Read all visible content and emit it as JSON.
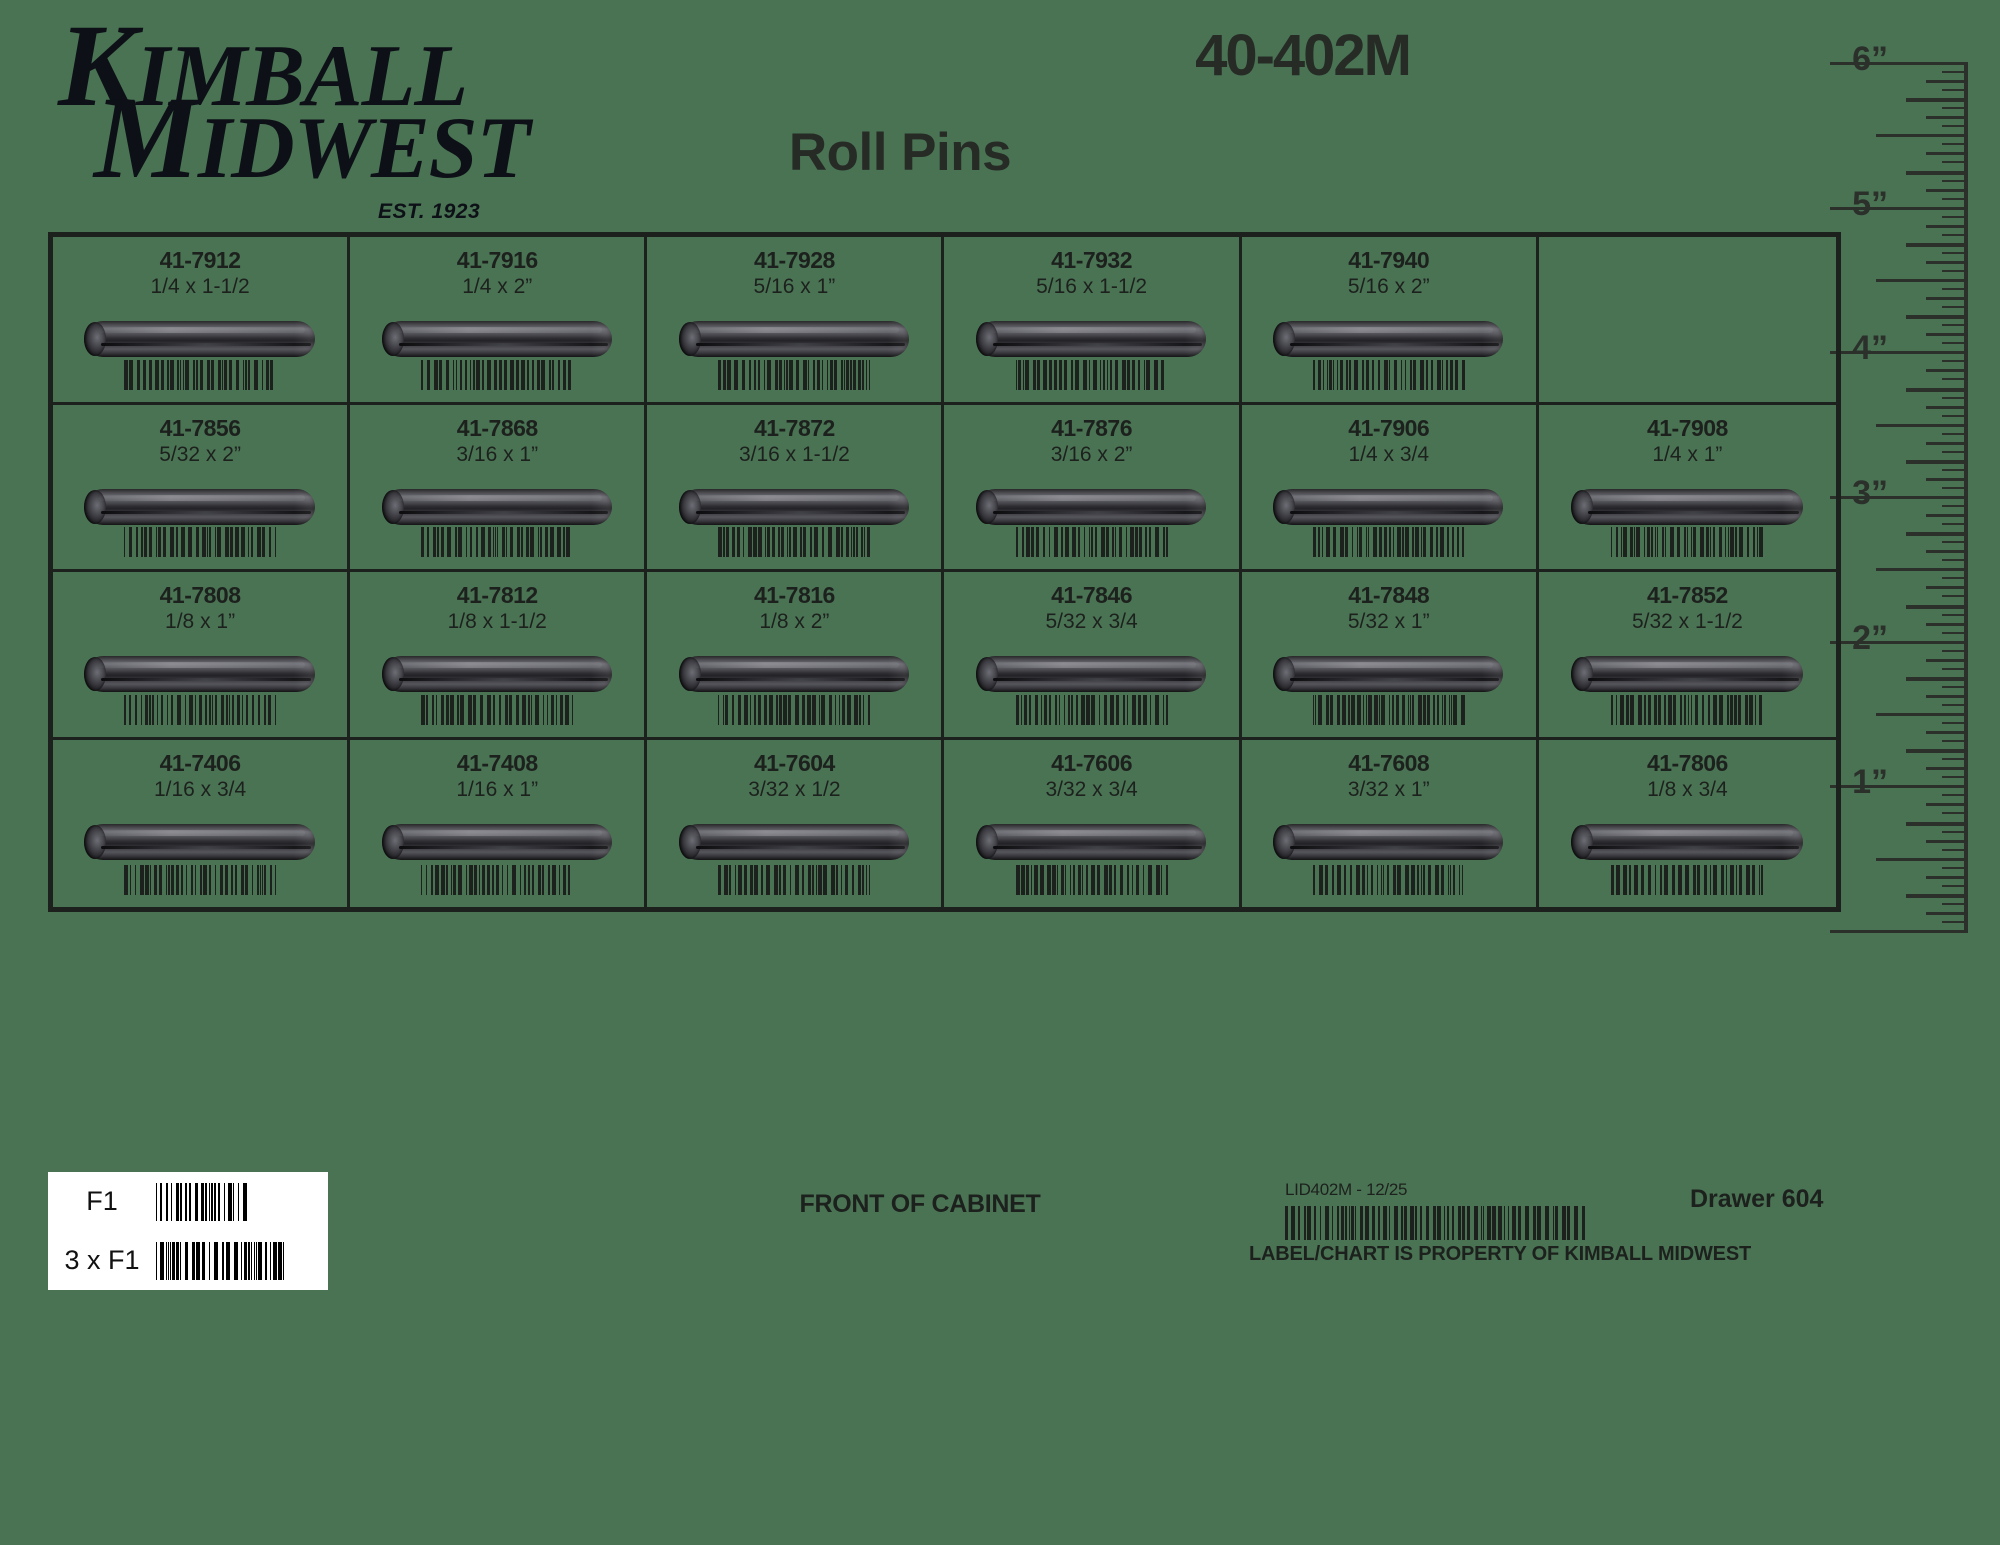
{
  "brand": {
    "name_line1": "KIMBALL",
    "name_line2": "MIDWEST",
    "established": "EST. 1923"
  },
  "header": {
    "title": "Roll Pins",
    "part_number": "40-402M"
  },
  "ruler": {
    "unit": "inches",
    "labels": [
      "6”",
      "5”",
      "4”",
      "3”",
      "2”",
      "1”"
    ],
    "max_inches": 6
  },
  "grid": {
    "columns": 6,
    "rows": 4,
    "cells": [
      {
        "part": "41-7912",
        "size": "1/4 x 1-1/2",
        "pin_length_pct": 78,
        "empty": false
      },
      {
        "part": "41-7916",
        "size": "1/4 x 2”",
        "pin_length_pct": 78,
        "empty": false
      },
      {
        "part": "41-7928",
        "size": "5/16 x 1”",
        "pin_length_pct": 78,
        "empty": false
      },
      {
        "part": "41-7932",
        "size": "5/16 x 1-1/2",
        "pin_length_pct": 78,
        "empty": false
      },
      {
        "part": "41-7940",
        "size": "5/16 x 2”",
        "pin_length_pct": 78,
        "empty": false
      },
      {
        "part": "",
        "size": "",
        "pin_length_pct": 0,
        "empty": true
      },
      {
        "part": "41-7856",
        "size": "5/32 x 2”",
        "pin_length_pct": 78,
        "empty": false
      },
      {
        "part": "41-7868",
        "size": "3/16 x 1”",
        "pin_length_pct": 78,
        "empty": false
      },
      {
        "part": "41-7872",
        "size": "3/16 x 1-1/2",
        "pin_length_pct": 78,
        "empty": false
      },
      {
        "part": "41-7876",
        "size": "3/16 x 2”",
        "pin_length_pct": 78,
        "empty": false
      },
      {
        "part": "41-7906",
        "size": "1/4 x 3/4",
        "pin_length_pct": 78,
        "empty": false
      },
      {
        "part": "41-7908",
        "size": "1/4 x 1”",
        "pin_length_pct": 78,
        "empty": false
      },
      {
        "part": "41-7808",
        "size": "1/8 x 1”",
        "pin_length_pct": 78,
        "empty": false
      },
      {
        "part": "41-7812",
        "size": "1/8 x 1-1/2",
        "pin_length_pct": 78,
        "empty": false
      },
      {
        "part": "41-7816",
        "size": "1/8 x 2”",
        "pin_length_pct": 78,
        "empty": false
      },
      {
        "part": "41-7846",
        "size": "5/32 x 3/4",
        "pin_length_pct": 78,
        "empty": false
      },
      {
        "part": "41-7848",
        "size": "5/32 x 1”",
        "pin_length_pct": 78,
        "empty": false
      },
      {
        "part": "41-7852",
        "size": "5/32 x 1-1/2",
        "pin_length_pct": 78,
        "empty": false
      },
      {
        "part": "41-7406",
        "size": "1/16 x 3/4",
        "pin_length_pct": 78,
        "empty": false
      },
      {
        "part": "41-7408",
        "size": "1/16 x 1”",
        "pin_length_pct": 78,
        "empty": false
      },
      {
        "part": "41-7604",
        "size": "3/32 x 1/2",
        "pin_length_pct": 78,
        "empty": false
      },
      {
        "part": "41-7606",
        "size": "3/32 x 3/4",
        "pin_length_pct": 78,
        "empty": false
      },
      {
        "part": "41-7608",
        "size": "3/32 x 1”",
        "pin_length_pct": 78,
        "empty": false
      },
      {
        "part": "41-7806",
        "size": "1/8 x 3/4",
        "pin_length_pct": 78,
        "empty": false
      }
    ]
  },
  "footer": {
    "front_of_cabinet": "FRONT OF CABINET",
    "lid_code": "LID402M - 12/25",
    "drawer": "Drawer 604",
    "property_notice": "LABEL/CHART IS PROPERTY OF KIMBALL MIDWEST"
  },
  "f1_label": {
    "row1": "F1",
    "row2": "3 x F1"
  },
  "colors": {
    "background": "#4a7354",
    "ink": "#1d211d",
    "label_background": "#ffffff"
  }
}
